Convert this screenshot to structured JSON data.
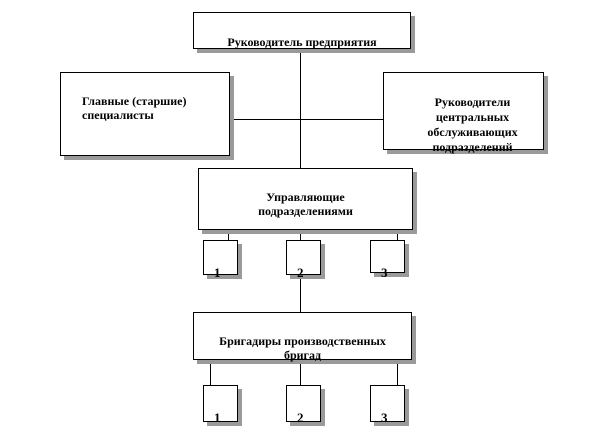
{
  "colors": {
    "line": "#000000",
    "shadow": "#9a9a9a"
  },
  "diagram": {
    "head": "Руководитель предприятия",
    "chief_specialists": "Главные (старшие)\nспециалисты",
    "central_service_heads": "Руководители\nцентральных\nобслуживающих\nподразделений",
    "unit_managers": "Управляющие\nподразделениями",
    "unit_numbers": [
      "1",
      "2",
      "3"
    ],
    "brigade_leaders": "Бригадиры производственных\nбригад",
    "brigade_numbers": [
      "1",
      "2",
      "3"
    ]
  }
}
